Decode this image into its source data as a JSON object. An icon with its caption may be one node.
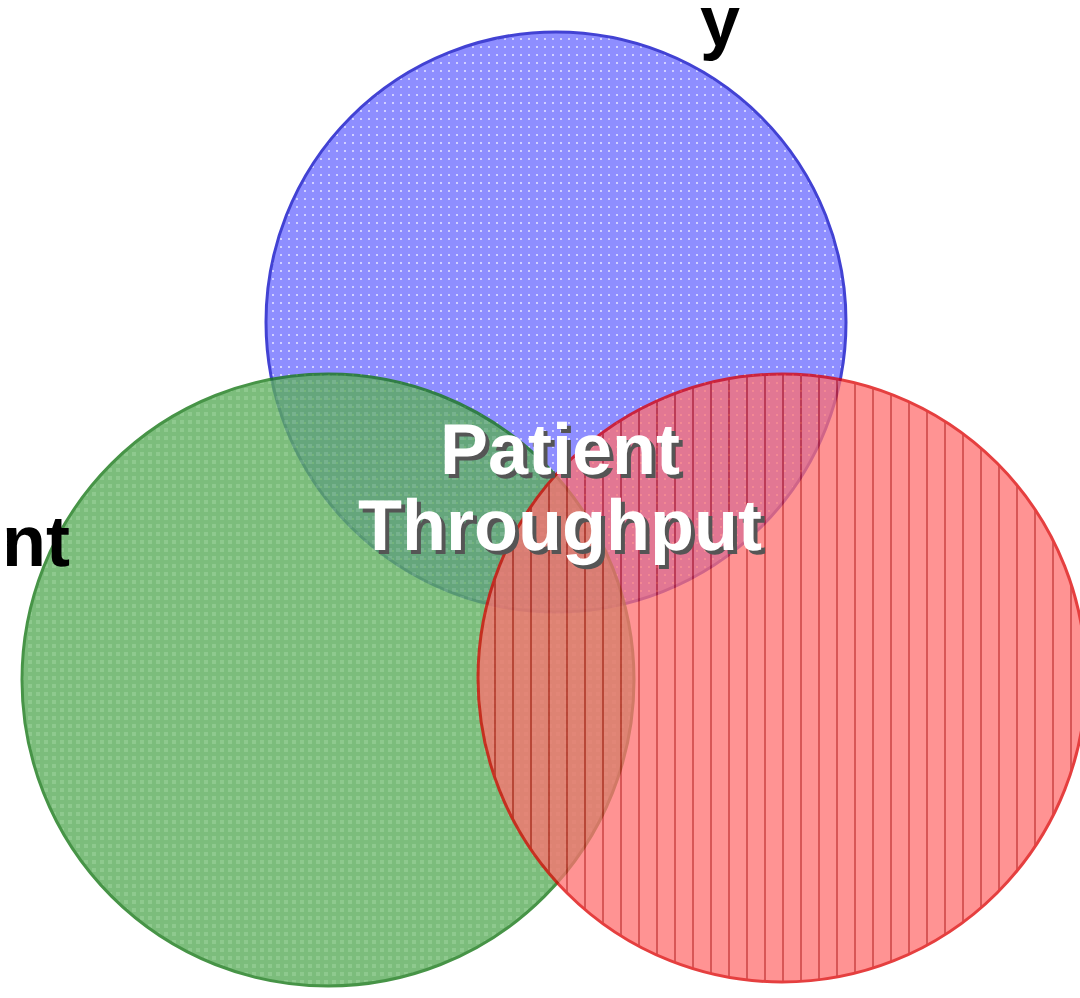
{
  "diagram": {
    "nodes": [
      {
        "text": [],
        "shape": "circle"
      },
      {
        "text": [],
        "shape": "circle"
      },
      {
        "text": [],
        "shape": "circle"
      }
    ],
    "edges": [],
    "labels": [
      "y",
      "nt",
      "Patient Throughput"
    ]
  }
}
